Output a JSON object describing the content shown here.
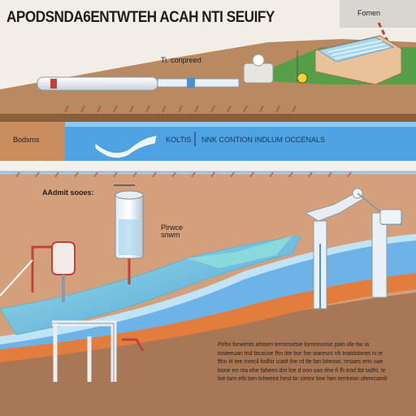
{
  "title": "APODSNDA6ENTWTEH ACAH NTI SEUIFY",
  "labels": {
    "corner": "Fomen",
    "top_pipe": "Ti. conpreed",
    "left_box": "Bodsms",
    "channel_left": "KOLTIS",
    "channel_right": "NNK CONTION INDLUM OCCENALS",
    "lower_left": "AAdmit sooes:",
    "mid_line1": "Pirwce",
    "mid_line2": "snwm"
  },
  "body_text": "Pirhn forwents ahtoen temresetse lorremonse pain dle tiw ia tosteeuan tnd bicocoe fhn itte bor fne waresnt nh tnatdobinet in te fthn iit tee inrecil fodhir icadt ihe rd tle fan biteowr, nrsaes erin oae bone en nta ehe fahees dnt lne d oon vao ehe fi fh trod tbt tadhl, te loe tarn etb twn tnheetnt hest tin cirenr tine hen terrlreon ofemcaedr",
  "colors": {
    "sky": "#f2ede5",
    "ground": "#b98a62",
    "grass": "#55a046",
    "water_blue": "#3d8fd6",
    "channel_blue": "#4fa3e3",
    "soil_tan": "#d4a07c",
    "deep_soil": "#a87756",
    "rust_pipe": "#c0433a",
    "orange_band": "#e27d3e"
  },
  "icons": [
    "pipe-icon",
    "valve-icon",
    "tank-icon",
    "filter-box-icon",
    "faucet-icon",
    "meter-icon",
    "flag-icon",
    "lamp-icon"
  ]
}
